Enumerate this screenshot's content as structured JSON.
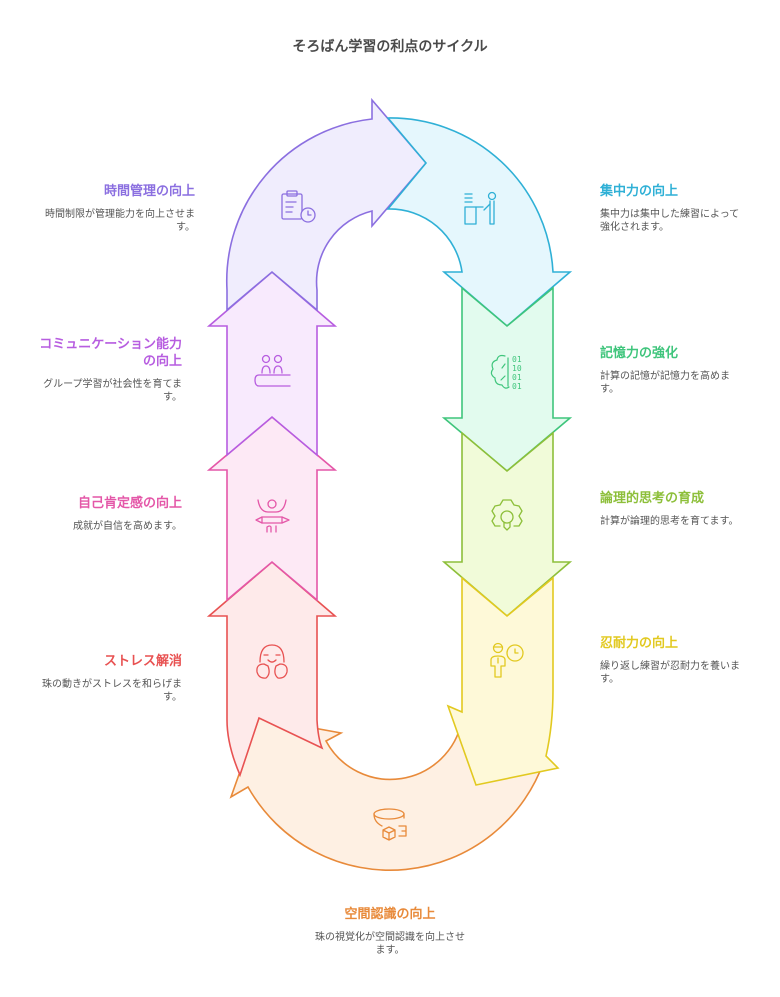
{
  "title": "そろばん学習の利点のサイクル",
  "stages": [
    {
      "id": "time",
      "heading": "時間管理の向上",
      "description": "時間制限が管理能力を向上させます。",
      "icon": "clipboard-clock-icon",
      "color": "#8b6fe0",
      "fill": "#f0edfd"
    },
    {
      "id": "focus",
      "heading": "集中力の向上",
      "description": "集中力は集中した練習によって強化されます。",
      "icon": "person-at-desk-icon",
      "color": "#2fb0d6",
      "fill": "#e5f7fd"
    },
    {
      "id": "memory",
      "heading": "記憶力の強化",
      "description": "計算の記憶が記憶力を高めます。",
      "icon": "brain-binary-icon",
      "color": "#3fc57c",
      "fill": "#e2fbee"
    },
    {
      "id": "logic",
      "heading": "論理的思考の育成",
      "description": "計算が論理的思考を育てます。",
      "icon": "gear-lightbulb-icon",
      "color": "#8dbf3a",
      "fill": "#f1fbd9"
    },
    {
      "id": "patience",
      "heading": "忍耐力の向上",
      "description": "繰り返し練習が忍耐力を養います。",
      "icon": "person-clock-icon",
      "color": "#e2c920",
      "fill": "#fef9d8"
    },
    {
      "id": "spatial",
      "heading": "空間認識の向上",
      "description": "珠の視覚化が空間認識を向上させます。",
      "icon": "ring-cube-icon",
      "color": "#e88a3a",
      "fill": "#fef0e3"
    },
    {
      "id": "stress",
      "heading": "ストレス解消",
      "description": "珠の動きがストレスを和らげます。",
      "icon": "happy-face-hands-icon",
      "color": "#e85252",
      "fill": "#feeaea"
    },
    {
      "id": "confidence",
      "heading": "自己肯定感の向上",
      "description": "成就が自信を高めます。",
      "icon": "person-celebrate-icon",
      "color": "#e457a8",
      "fill": "#fde9f5"
    },
    {
      "id": "communication",
      "heading": "コミュニケーション能力の向上",
      "description": "グループ学習が社会性を育てます。",
      "icon": "group-table-icon",
      "color": "#b75de0",
      "fill": "#f8eafd"
    }
  ]
}
